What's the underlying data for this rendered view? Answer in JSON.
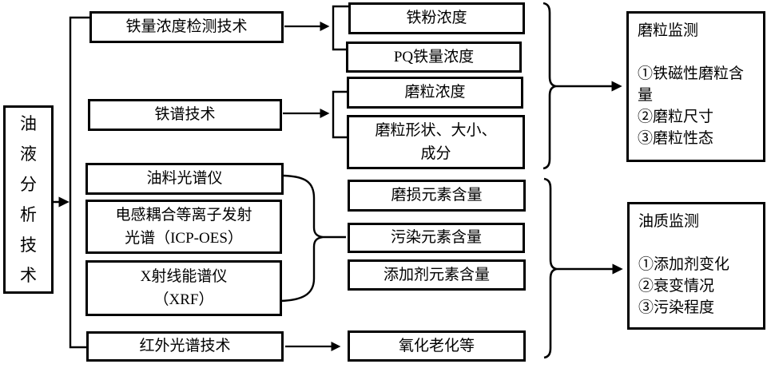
{
  "root": {
    "label": "油液分析技术"
  },
  "techniques": {
    "iron_concentration": {
      "label": "铁量浓度检测技术"
    },
    "ferrography": {
      "label": "铁谱技术"
    },
    "oil_spectrometer": {
      "label": "油料光谱仪"
    },
    "icp_oes": {
      "lines": [
        "电感耦合等离子发射",
        "光谱（ICP-OES）"
      ]
    },
    "xrf": {
      "lines": [
        "X射线能谱仪",
        "（XRF）"
      ]
    },
    "infrared": {
      "label": "红外光谱技术"
    }
  },
  "parameters": {
    "iron_powder": {
      "label": "铁粉浓度"
    },
    "pq_iron": {
      "label": "PQ铁量浓度"
    },
    "particle_concentration": {
      "label": "磨粒浓度"
    },
    "particle_shape": {
      "lines": [
        "磨粒形状、大小、",
        "成分"
      ]
    },
    "wear_elements": {
      "label": "磨损元素含量"
    },
    "contaminant_elements": {
      "label": "污染元素含量"
    },
    "additive_elements": {
      "label": "添加剂元素含量"
    },
    "oxidation": {
      "label": "氧化老化等"
    }
  },
  "monitoring": {
    "wear_particle": {
      "lines": [
        "磨粒监测",
        "",
        "①铁磁性磨粒含量",
        "②磨粒尺寸",
        "③磨粒性态"
      ]
    },
    "oil_quality": {
      "lines": [
        "油质监测",
        "",
        "①添加剂变化",
        "②衰变情况",
        "③污染程度"
      ]
    }
  },
  "colors": {
    "line": "#000000",
    "background": "#ffffff",
    "box_fill": "#ffffff",
    "text": "#000000"
  }
}
